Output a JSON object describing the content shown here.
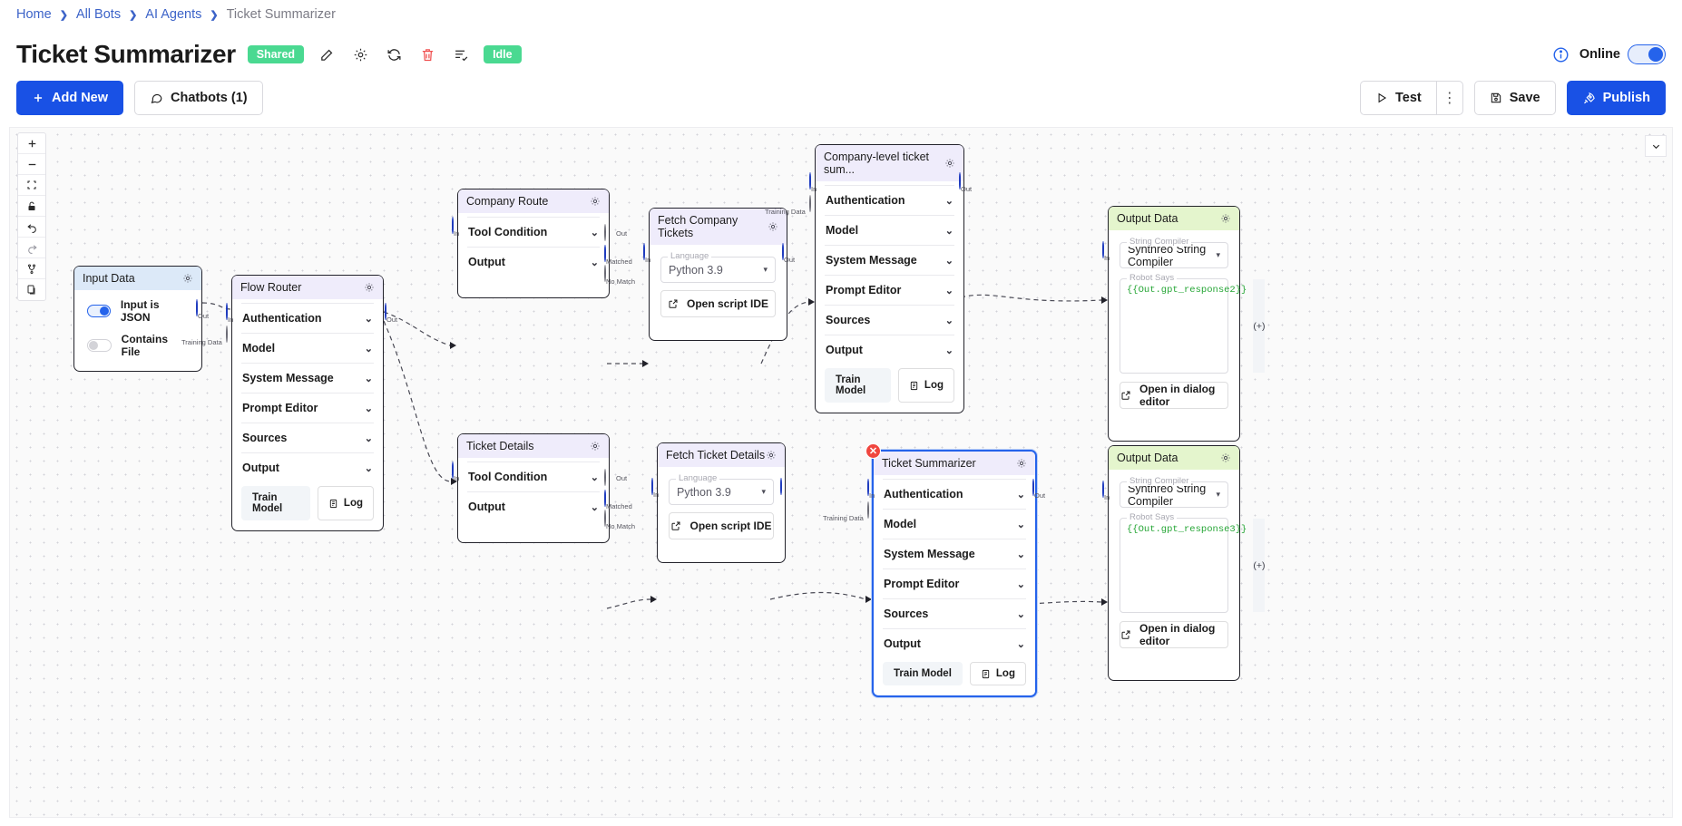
{
  "breadcrumb": {
    "items": [
      "Home",
      "All Bots",
      "AI Agents",
      "Ticket Summarizer"
    ]
  },
  "header": {
    "title": "Ticket Summarizer",
    "shared_badge": "Shared",
    "status_badge": "Idle",
    "online_label": "Online",
    "icons": [
      "edit-icon",
      "gear-icon",
      "refresh-icon",
      "trash-icon",
      "tasks-icon",
      "info-icon"
    ]
  },
  "actions": {
    "add_new": "Add New",
    "chatbots": "Chatbots (1)",
    "test": "Test",
    "save": "Save",
    "publish": "Publish",
    "kebab": "⋮"
  },
  "toolbar": {
    "items": [
      {
        "name": "zoom-in-icon",
        "glyph": "+"
      },
      {
        "name": "zoom-out-icon",
        "glyph": "−"
      },
      {
        "name": "fit-screen-icon",
        "glyph": "⛶"
      },
      {
        "name": "lock-icon",
        "glyph": "🔓"
      },
      {
        "name": "undo-icon",
        "glyph": "↶"
      },
      {
        "name": "redo-icon",
        "glyph": "↷"
      },
      {
        "name": "branch-icon",
        "glyph": "⑂"
      },
      {
        "name": "copy-icon",
        "glyph": "🗍"
      }
    ]
  },
  "labels": {
    "in": "In",
    "out": "Out",
    "matched": "Matched",
    "no_match": "No Match",
    "training_data": "Training Data",
    "train_model": "Train Model",
    "log": "Log",
    "open_script_ide": "Open script IDE",
    "open_dialog_editor": "Open in dialog editor",
    "plus_token": "(+)"
  },
  "agent_sections": [
    "Authentication",
    "Model",
    "System Message",
    "Prompt Editor",
    "Sources",
    "Output"
  ],
  "router_sections": [
    "Tool Condition",
    "Output"
  ],
  "nodes": {
    "input_data": {
      "title": "Input Data",
      "toggle_json": "Input is JSON",
      "toggle_file": "Contains File"
    },
    "flow_router": {
      "title": "Flow Router"
    },
    "company_route": {
      "title": "Company Route"
    },
    "fetch_company_tickets": {
      "title": "Fetch Company Tickets",
      "language_label": "Language",
      "language_value": "Python 3.9"
    },
    "company_summary": {
      "title": "Company-level ticket sum..."
    },
    "output_data_top": {
      "title": "Output Data",
      "compiler_label": "String Compiler",
      "compiler_value": "Synthreo String Compiler",
      "says_label": "Robot Says",
      "says_value": "{{Out.gpt_response2}}"
    },
    "ticket_details": {
      "title": "Ticket Details"
    },
    "fetch_ticket_details": {
      "title": "Fetch Ticket Details",
      "language_label": "Language",
      "language_value": "Python 3.9"
    },
    "ticket_summarizer": {
      "title": "Ticket Summarizer"
    },
    "output_data_bottom": {
      "title": "Output Data",
      "compiler_label": "String Compiler",
      "compiler_value": "Synthreo String Compiler",
      "says_label": "Robot Says",
      "says_value": "{{Out.gpt_response3}}"
    }
  },
  "colors": {
    "primary": "#1951e5",
    "green": "#4ad991",
    "danger": "#f05252",
    "port": "#2546d8",
    "code": "#26a636"
  }
}
